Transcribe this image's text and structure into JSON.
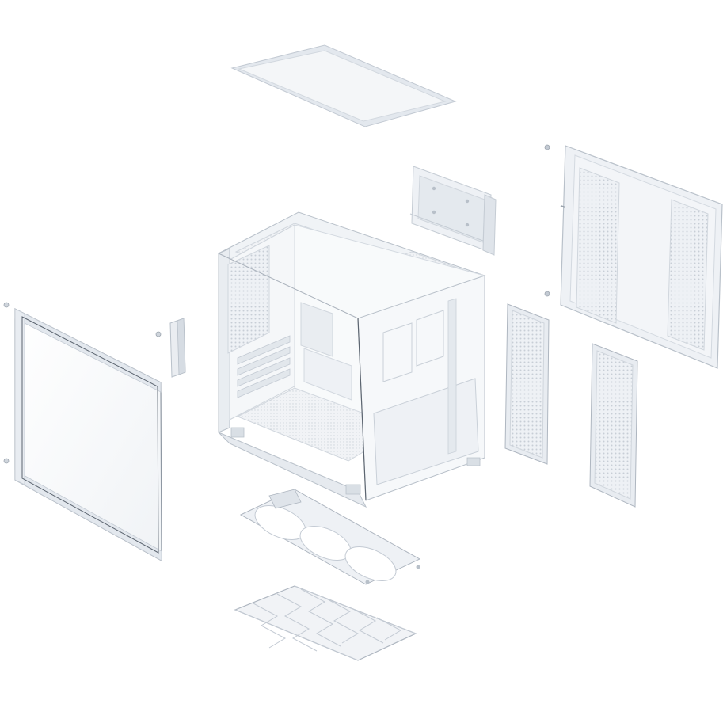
{
  "image": {
    "subject": "exploded-view-pc-case",
    "palette": {
      "background": "#ffffff",
      "panel": "#eef1f5",
      "panel_shade": "#dfe4ea",
      "edge": "#c9d0d8",
      "glass": "#f7f9fb",
      "mesh": "#d5dbe2",
      "dark_edge": "#8f98a3"
    },
    "parts": [
      "top-dust-filter",
      "gpu-bracket",
      "right-side-panel",
      "left-glass-panel",
      "glass-mount-pillar",
      "chassis-body",
      "rear-side-filter",
      "front-side-filter",
      "bottom-fan-bracket",
      "bottom-mesh-filter"
    ]
  }
}
